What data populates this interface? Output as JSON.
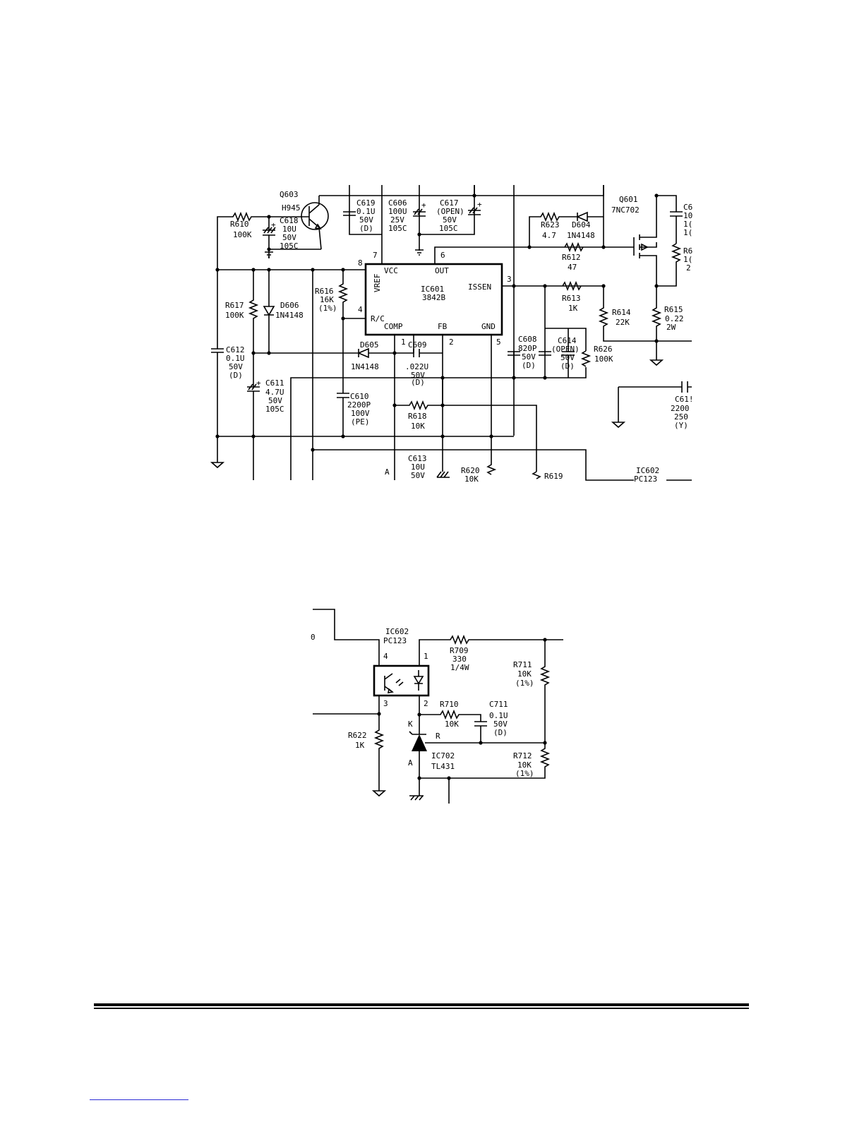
{
  "schematic_top": {
    "q603": {
      "ref": "Q603",
      "part": "H945"
    },
    "r610": {
      "ref": "R610",
      "value": "100K"
    },
    "c618": {
      "ref": "C618",
      "v1": "10U",
      "v2": "50V",
      "v3": "105C"
    },
    "c619": {
      "ref": "C619",
      "v1": "0.1U",
      "v2": "50V",
      "v3": "(D)"
    },
    "c606": {
      "ref": "C606",
      "v1": "100U",
      "v2": "25V",
      "v3": "105C"
    },
    "c617": {
      "ref": "C617",
      "v1": "(OPEN)",
      "v2": "50V",
      "v3": "105C"
    },
    "ic601": {
      "ref": "IC601",
      "part": "3842B",
      "pins": {
        "vref": "VREF",
        "vcc": "VCC",
        "out": "OUT",
        "issen": "ISSEN",
        "rc": "R/C",
        "comp": "COMP",
        "fb": "FB",
        "gnd": "GND"
      },
      "pin_numbers": {
        "p8a": "8",
        "p7": "7",
        "p6": "6",
        "p3": "3",
        "p4": "4",
        "p1": "1",
        "p2": "2",
        "p5": "5"
      }
    },
    "r623": {
      "ref": "R623",
      "value": "4.7"
    },
    "d604": {
      "ref": "D604",
      "part": "1N4148"
    },
    "r612": {
      "ref": "R612",
      "value": "47"
    },
    "q601": {
      "ref": "Q601",
      "part": "7NC702"
    },
    "r613": {
      "ref": "R613",
      "value": "1K"
    },
    "r614": {
      "ref": "R614",
      "value": "22K"
    },
    "r615": {
      "ref": "R615",
      "v1": "0.22",
      "v2": "2W"
    },
    "c6r": {
      "ref": "C6",
      "v1": "10",
      "v2": "1(",
      "v3": "1("
    },
    "r6r": {
      "ref": "R6",
      "v1": "1(",
      "v2": "2"
    },
    "r617": {
      "ref": "R617",
      "value": "100K"
    },
    "d606": {
      "ref": "D606",
      "part": "1N4148"
    },
    "r616": {
      "ref": "R616",
      "v1": "16K",
      "v2": "(1%)"
    },
    "c612": {
      "ref": "C612",
      "v1": "0.1U",
      "v2": "50V",
      "v3": "(D)"
    },
    "d605": {
      "ref": "D605",
      "part": "1N4148"
    },
    "c609": {
      "ref": "C609",
      "v1": ".022U",
      "v2": "50V",
      "v3": "(D)"
    },
    "c608": {
      "ref": "C608",
      "v1": "820P",
      "v2": "50V",
      "v3": "(D)"
    },
    "c614": {
      "ref": "C614",
      "v1": "(OPEN)",
      "v2": "50V",
      "v3": "(D)"
    },
    "r626": {
      "ref": "R626",
      "value": "100K"
    },
    "c611": {
      "ref": "C611",
      "v1": "4.7U",
      "v2": "50V",
      "v3": "105C"
    },
    "c610": {
      "ref": "C610",
      "v1": "2200P",
      "v2": "100V",
      "v3": "(PE)"
    },
    "r618": {
      "ref": "R618",
      "value": "10K"
    },
    "c615": {
      "ref": "C61!",
      "v1": "2200",
      "v2": "250",
      "v3": "(Y)"
    },
    "c613": {
      "ref": "C613",
      "v1": "10U",
      "v2": "50V"
    },
    "r620": {
      "ref": "R620",
      "v1": "10K"
    },
    "r619": {
      "ref": "R619"
    },
    "ic602b": {
      "ref": "IC602",
      "part": "PC123"
    },
    "node_a": "A"
  },
  "schematic_bottom": {
    "ic602": {
      "ref": "IC602",
      "part": "PC123",
      "pin4": "4",
      "pin1": "1",
      "pin3": "3",
      "pin2": "2"
    },
    "r709": {
      "ref": "R709",
      "v1": "330",
      "v2": "1/4W"
    },
    "r711": {
      "ref": "R711",
      "v1": "10K",
      "v2": "(1%)"
    },
    "r710": {
      "ref": "R710",
      "value": "10K"
    },
    "c711": {
      "ref": "C711",
      "v1": "0.1U",
      "v2": "50V",
      "v3": "(D)"
    },
    "r622": {
      "ref": "R622",
      "value": "1K"
    },
    "ic702": {
      "ref": "IC702",
      "part": "TL431",
      "k": "K",
      "r": "R",
      "a": "A"
    },
    "r712": {
      "ref": "R712",
      "v1": "10K",
      "v2": "(1%)"
    },
    "edge_label": "0"
  }
}
